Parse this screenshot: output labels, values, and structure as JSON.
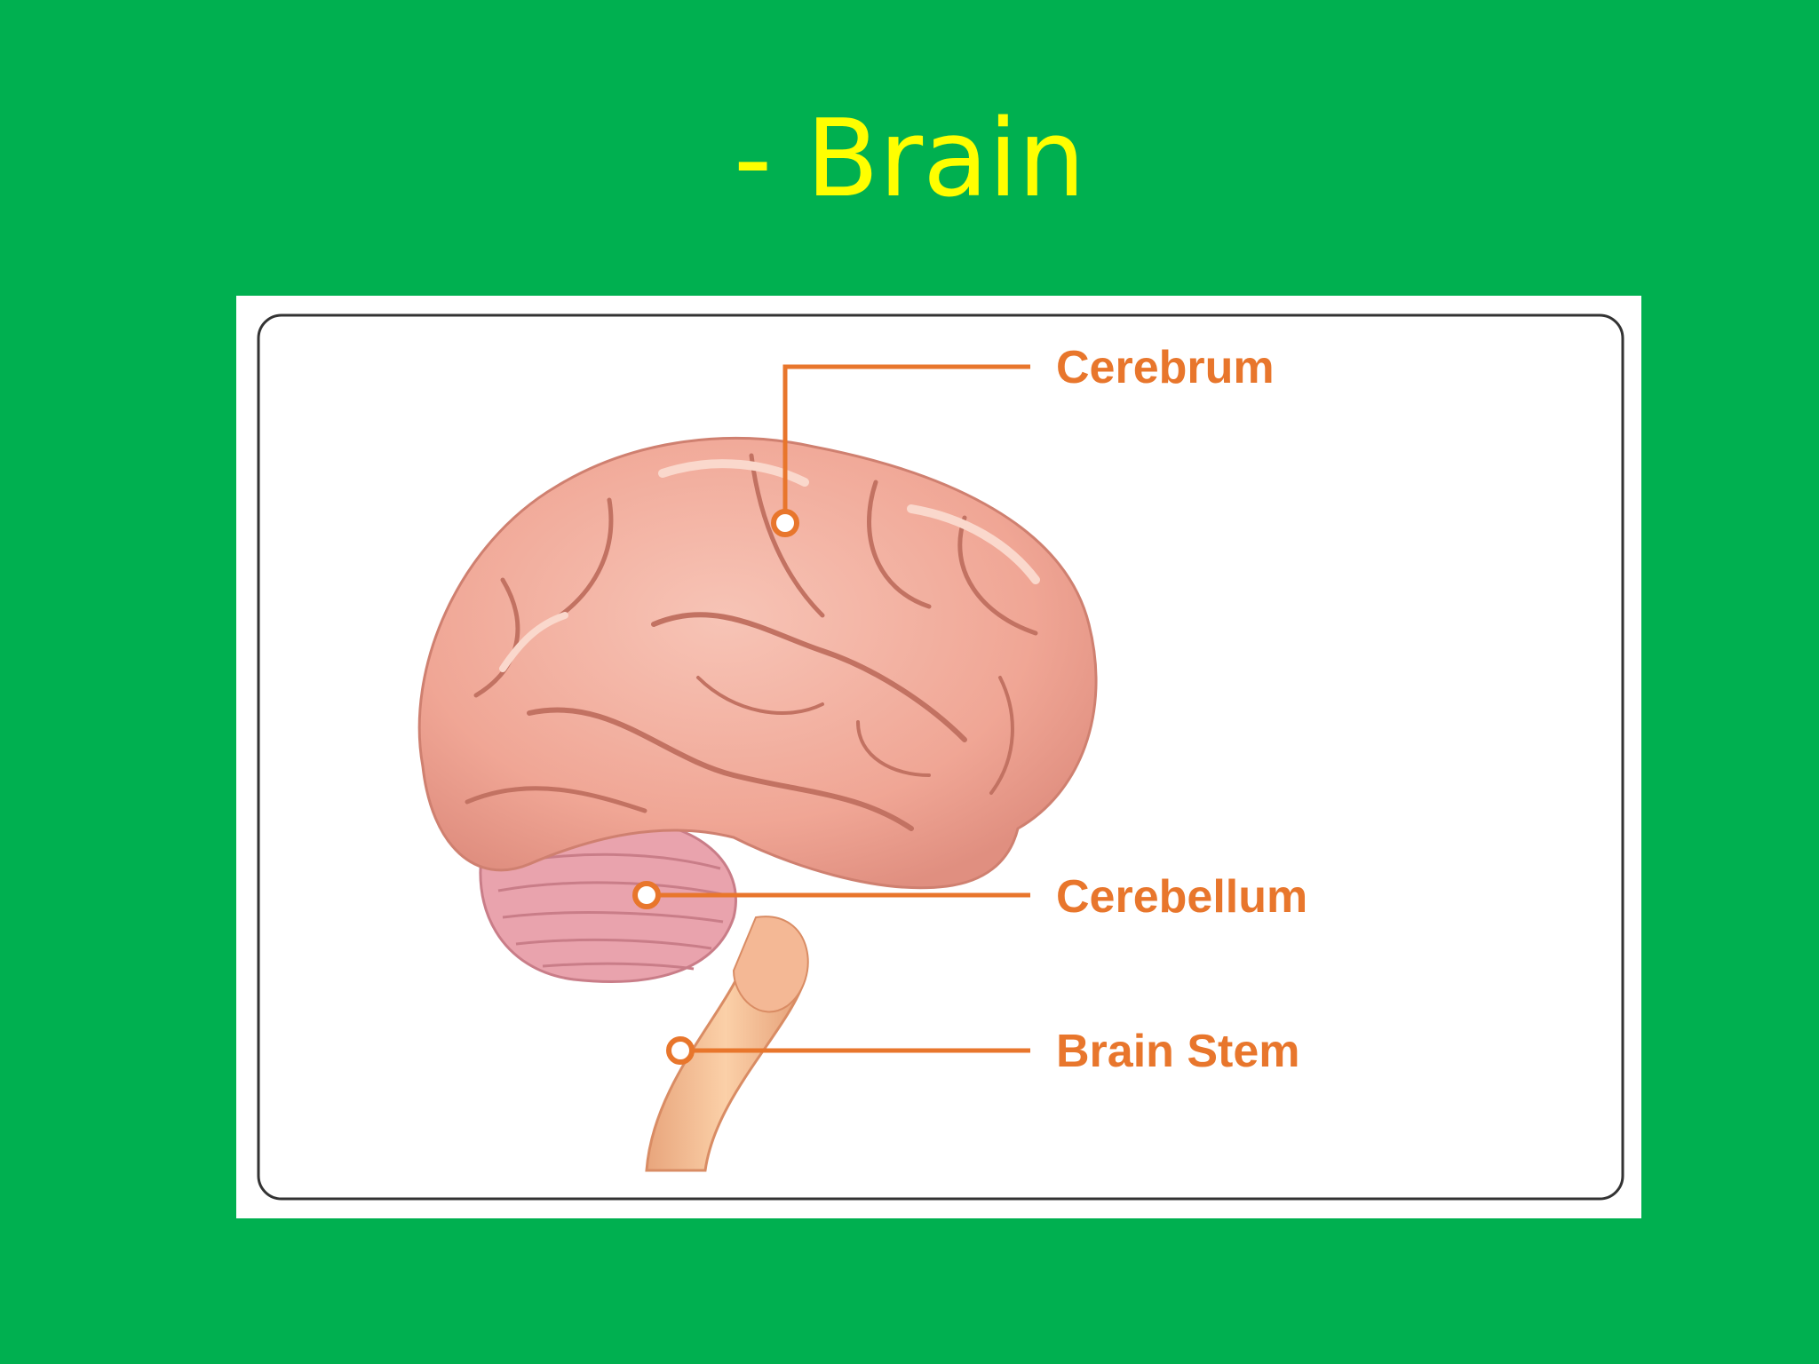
{
  "slide": {
    "title": "- Brain"
  },
  "diagram": {
    "labels": {
      "cerebrum": "Cerebrum",
      "cerebellum": "Cerebellum",
      "brain_stem": "Brain Stem"
    },
    "colors": {
      "background": "#00b050",
      "title": "#ffff00",
      "label": "#e8762c",
      "brain": "#f1a99a",
      "cerebellum": "#e8a2aa",
      "brainstem": "#f2b98e"
    }
  }
}
